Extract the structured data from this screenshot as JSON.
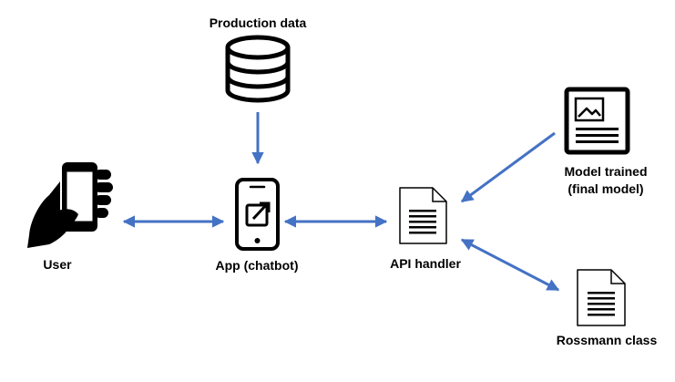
{
  "diagram": {
    "nodes": {
      "production_data": {
        "label": "Production data",
        "icon": "database-icon"
      },
      "user": {
        "label": "User",
        "icon": "hand-holding-phone-icon"
      },
      "app": {
        "label": "App (chatbot)",
        "icon": "smartphone-app-icon"
      },
      "api_handler": {
        "label": "API handler",
        "icon": "document-icon"
      },
      "model": {
        "label_line1": "Model trained",
        "label_line2": "(final model)",
        "icon": "image-document-icon"
      },
      "rossmann_class": {
        "label": "Rossmann class",
        "icon": "document-icon"
      }
    },
    "edges": [
      {
        "from": "production_data",
        "to": "app",
        "direction": "one-way"
      },
      {
        "from": "user",
        "to": "app",
        "direction": "two-way"
      },
      {
        "from": "app",
        "to": "api_handler",
        "direction": "two-way"
      },
      {
        "from": "model",
        "to": "api_handler",
        "direction": "one-way"
      },
      {
        "from": "api_handler",
        "to": "rossmann_class",
        "direction": "two-way"
      }
    ],
    "colors": {
      "arrow": "#4472c4",
      "icon": "#000000",
      "background": "#ffffff"
    }
  }
}
